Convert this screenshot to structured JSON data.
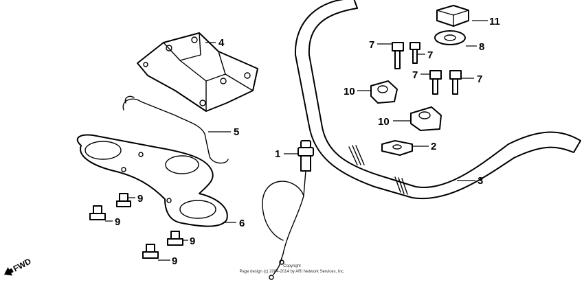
{
  "callouts": {
    "c1": "1",
    "c2": "2",
    "c3": "3",
    "c4": "4",
    "c5": "5",
    "c6": "6",
    "c7a": "7",
    "c7b": "7",
    "c7c": "7",
    "c7d": "7",
    "c8": "8",
    "c9a": "9",
    "c9b": "9",
    "c9c": "9",
    "c9d": "9",
    "c10a": "10",
    "c10b": "10",
    "c11": "11"
  },
  "fwd_label": "FWD",
  "copyright": {
    "line1": "Copyright",
    "line2": "Page design (c) 2004-2014 by ARI Network Services, Inc."
  }
}
